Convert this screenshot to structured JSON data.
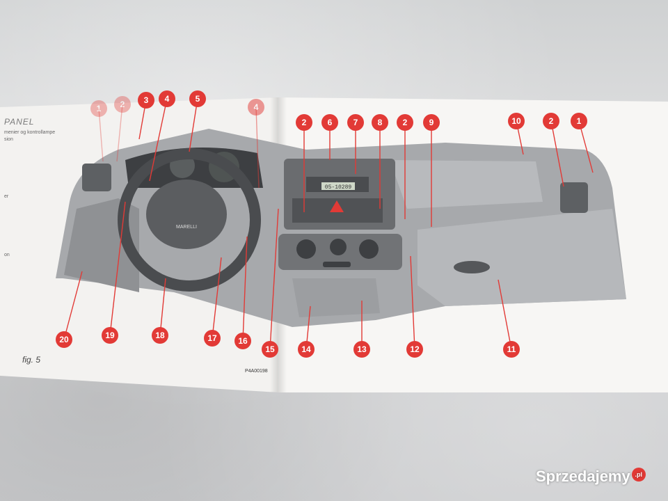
{
  "page": {
    "heading_fragment": "PANEL",
    "side_text": [
      "menier og kontrollampe",
      "sion",
      "er",
      "on"
    ],
    "figure_label": "fig. 5",
    "figure_code": "P4A00198"
  },
  "radio_display": "05-10289",
  "steering_wheel_badge": "MARELLI",
  "callouts": {
    "top": [
      "1",
      "2",
      "3",
      "4",
      "5",
      "4",
      "2",
      "6",
      "7",
      "8",
      "2",
      "9",
      "10",
      "2",
      "1"
    ],
    "bottom": [
      "20",
      "19",
      "18",
      "17",
      "16",
      "15",
      "14",
      "13",
      "12",
      "11"
    ]
  },
  "watermark": {
    "text": "Sprzedajemy",
    "suffix": ".pl"
  },
  "colors": {
    "callout": "#e23a36",
    "paper": "#f5f4f2",
    "dash": "#9a9c9f"
  }
}
